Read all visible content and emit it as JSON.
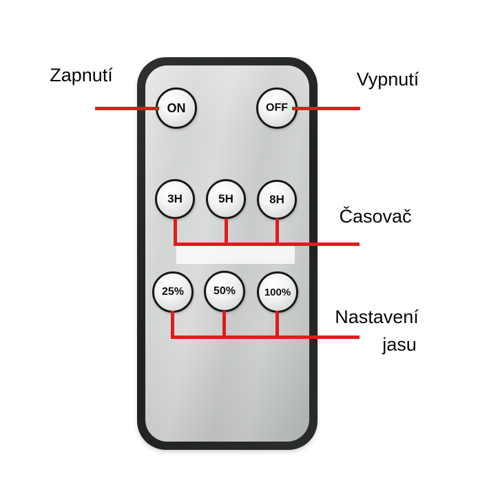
{
  "labels": {
    "power_on": "Zapnutí",
    "power_off": "Vypnutí",
    "timer": "Časovač",
    "brightness_line1": "Nastavení",
    "brightness_line2": "jasu"
  },
  "remote": {
    "buttons": {
      "on": "ON",
      "off": "OFF",
      "timer": [
        "3H",
        "5H",
        "8H"
      ],
      "brightness": [
        "25%",
        "50%",
        "100%"
      ]
    }
  },
  "colors": {
    "annotation_red": "#dd1d1d",
    "label_text": "#060608",
    "remote_border": "#232623",
    "remote_surface": "#cdd0cf",
    "button_border": "#161816"
  }
}
